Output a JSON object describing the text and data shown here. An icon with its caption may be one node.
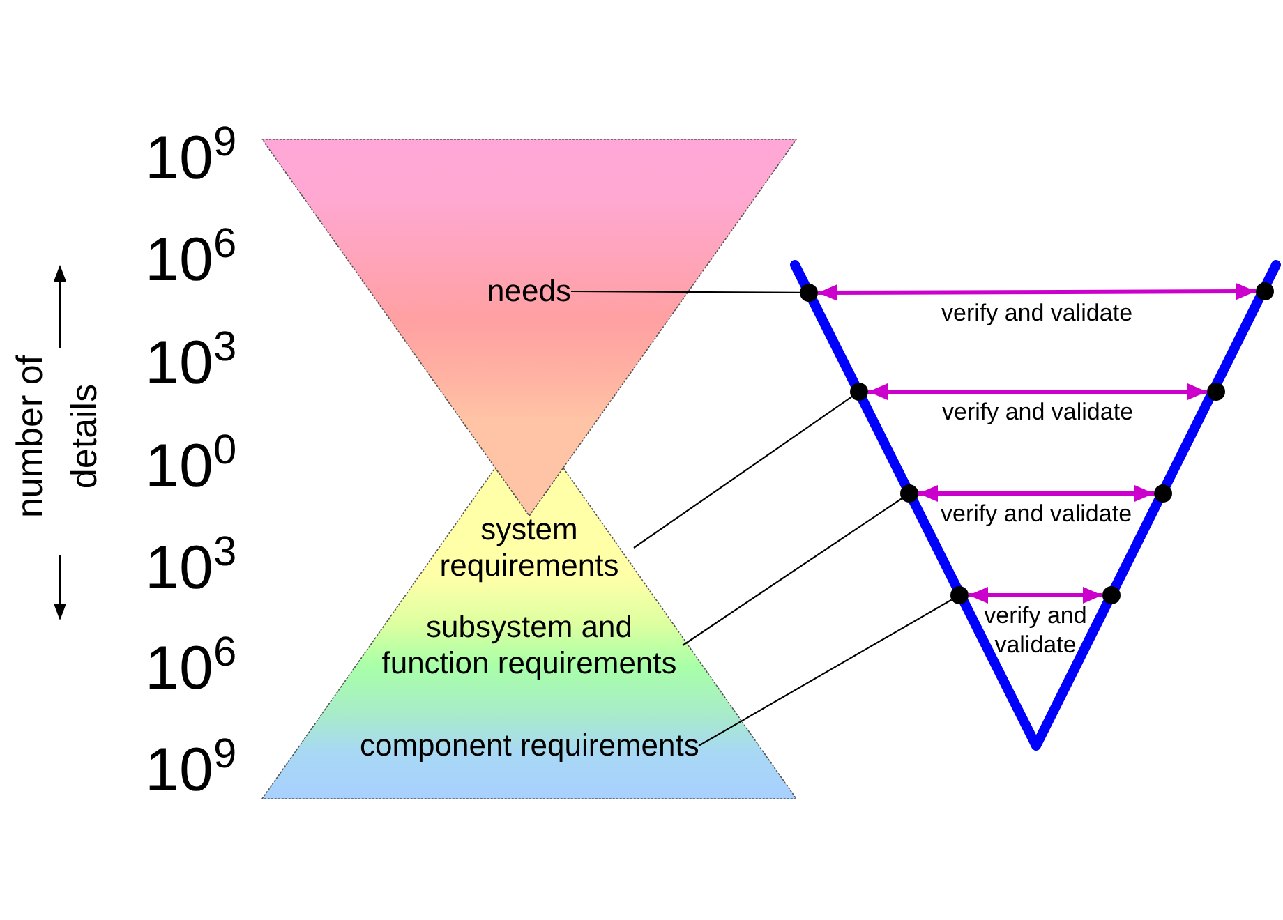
{
  "diagram": {
    "nodes": [
      {
        "text": [
          "needs"
        ]
      },
      {
        "text": [
          "system requirements"
        ]
      },
      {
        "text": [
          "subsystem and function requirements"
        ]
      },
      {
        "text": [
          "component requirements"
        ]
      },
      {
        "text": [],
        "shape": "circle"
      },
      {
        "text": [],
        "shape": "circle"
      },
      {
        "text": [],
        "shape": "circle"
      },
      {
        "text": [],
        "shape": "circle"
      },
      {
        "text": [],
        "shape": "circle"
      },
      {
        "text": [],
        "shape": "circle"
      },
      {
        "text": [],
        "shape": "circle"
      },
      {
        "text": [],
        "shape": "circle"
      }
    ],
    "edges": [
      {
        "from": 0,
        "to": 4,
        "arrow": "none"
      },
      {
        "from": 4,
        "to": 5,
        "arrow": "both",
        "label": "verify and validate",
        "style": "thick",
        "color": "#cc00cc"
      },
      {
        "from": 1,
        "to": 6,
        "arrow": "none"
      },
      {
        "from": 6,
        "to": 7,
        "arrow": "both",
        "label": "verify and validate",
        "style": "thick",
        "color": "#cc00cc"
      },
      {
        "from": 2,
        "to": 8,
        "arrow": "none"
      },
      {
        "from": 8,
        "to": 9,
        "arrow": "both",
        "label": "verify and validate",
        "style": "thick",
        "color": "#cc00cc"
      },
      {
        "from": 3,
        "to": 10,
        "arrow": "none"
      },
      {
        "from": 10,
        "to": 11,
        "arrow": "both",
        "label": "verify and validate",
        "style": "thick",
        "color": "#cc00cc"
      }
    ],
    "labels": [
      "number of details",
      "10$^{9}$",
      "10$^{6}$",
      "10$^{3}$",
      "10$^{0}$",
      "10$^{3}$",
      "10$^{6}$",
      "10$^{9}$"
    ]
  }
}
